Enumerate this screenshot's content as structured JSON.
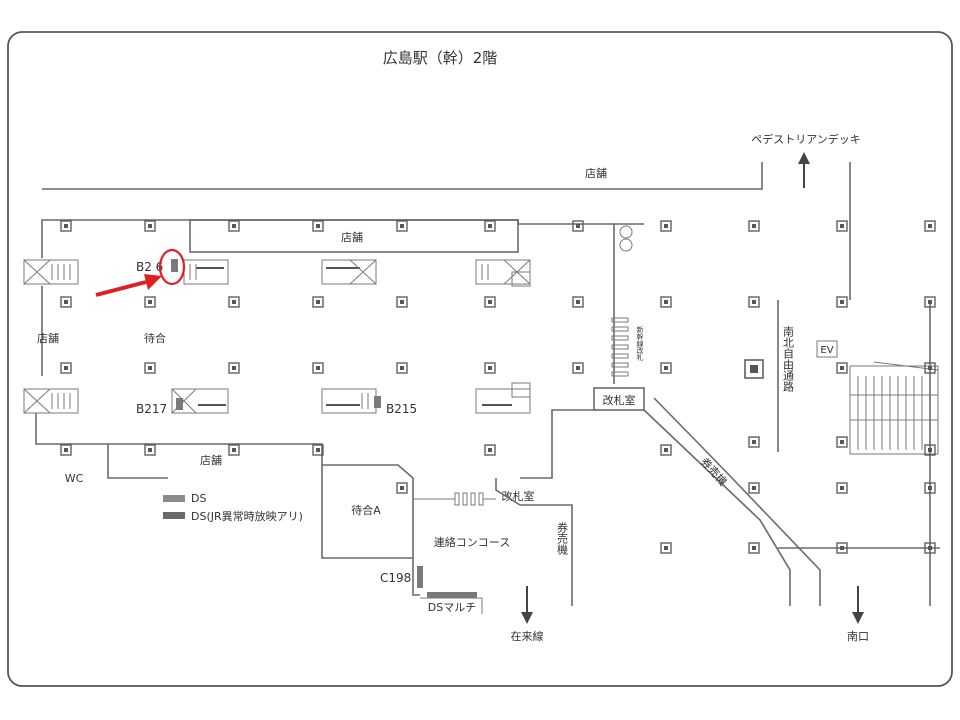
{
  "title": "広島駅（幹）2階",
  "labels": {
    "pedestrian_deck": "ペデストリアンデッキ",
    "shop_top": "店舗",
    "shop_upper": "店舗",
    "shop_left": "店舗",
    "shop_bottom": "店舗",
    "waiting": "待合",
    "waiting_a": "待合A",
    "wc": "WC",
    "gate_main": "改札室",
    "gate_lower": "改札室",
    "connecting_concourse": "連絡コンコース",
    "ticket_machine_center": "券売機",
    "ticket_machine_diag": "券売機",
    "shinkansen_gate": "新幹線改札",
    "north_south_passage": "南北自由通路",
    "ev": "EV",
    "conventional_line": "在来線",
    "south_exit": "南口",
    "ds_multi": "DSマルチ"
  },
  "signs": {
    "b216": "B2 6",
    "b217": "B217",
    "b215": "B215",
    "c198": "C198"
  },
  "legend": [
    {
      "label": "DS",
      "color": "#8a8a8a"
    },
    {
      "label": "DS(JR異常時放映アリ)",
      "color": "#6a6a6a"
    }
  ],
  "colors": {
    "highlight": "#e02020",
    "wall": "#6a6a6a",
    "pillar": "#555555"
  }
}
